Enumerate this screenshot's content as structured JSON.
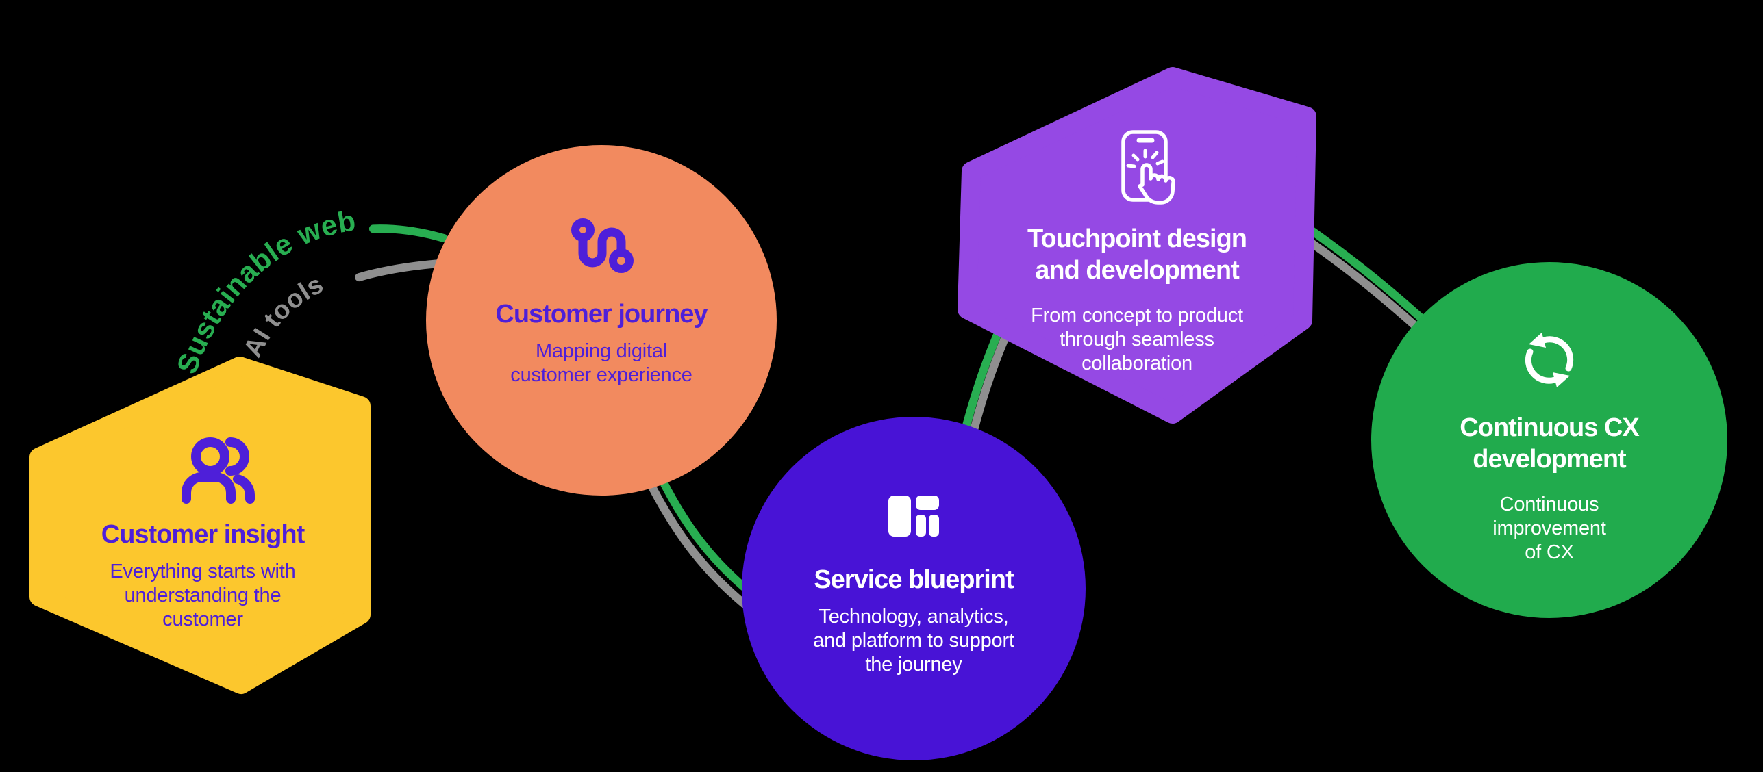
{
  "canvas": {
    "background": "#000000"
  },
  "connectors": {
    "sustainable_web": {
      "label": "Sustainable web",
      "color": "#28AE51"
    },
    "ai_tools": {
      "label": "AI tools",
      "color": "#8F8F8F"
    }
  },
  "steps": [
    {
      "id": "customer-insight",
      "shape": "hexagon",
      "fill": "#FCC72D",
      "icon": "users-icon",
      "text_color": "#4E1FD9",
      "title_lines": [
        "Customer insight"
      ],
      "subtitle_lines": [
        "Everything starts with",
        "understanding the",
        "customer"
      ]
    },
    {
      "id": "customer-journey",
      "shape": "circle",
      "fill": "#F28A5F",
      "icon": "journey-path-icon",
      "text_color": "#4E1FD9",
      "title_lines": [
        "Customer journey"
      ],
      "subtitle_lines": [
        "Mapping digital",
        "customer experience"
      ]
    },
    {
      "id": "service-blueprint",
      "shape": "circle",
      "fill": "#4813D6",
      "icon": "layout-blocks-icon",
      "text_color": "#FFFFFF",
      "title_lines": [
        "Service blueprint"
      ],
      "subtitle_lines": [
        "Technology, analytics,",
        "and platform to support",
        "the journey"
      ]
    },
    {
      "id": "touchpoint-design-and-development",
      "shape": "hexagon",
      "fill": "#9549E4",
      "icon": "phone-tap-icon",
      "text_color": "#FFFFFF",
      "title_lines": [
        "Touchpoint design",
        "and development"
      ],
      "subtitle_lines": [
        "From concept to product",
        "through seamless",
        "collaboration"
      ]
    },
    {
      "id": "continuous-cx-development",
      "shape": "circle",
      "fill": "#21AB4D",
      "icon": "refresh-cycle-icon",
      "text_color": "#FFFFFF",
      "title_lines": [
        "Continuous CX",
        "development"
      ],
      "subtitle_lines": [
        "Continuous",
        "improvement",
        "of CX"
      ]
    }
  ]
}
